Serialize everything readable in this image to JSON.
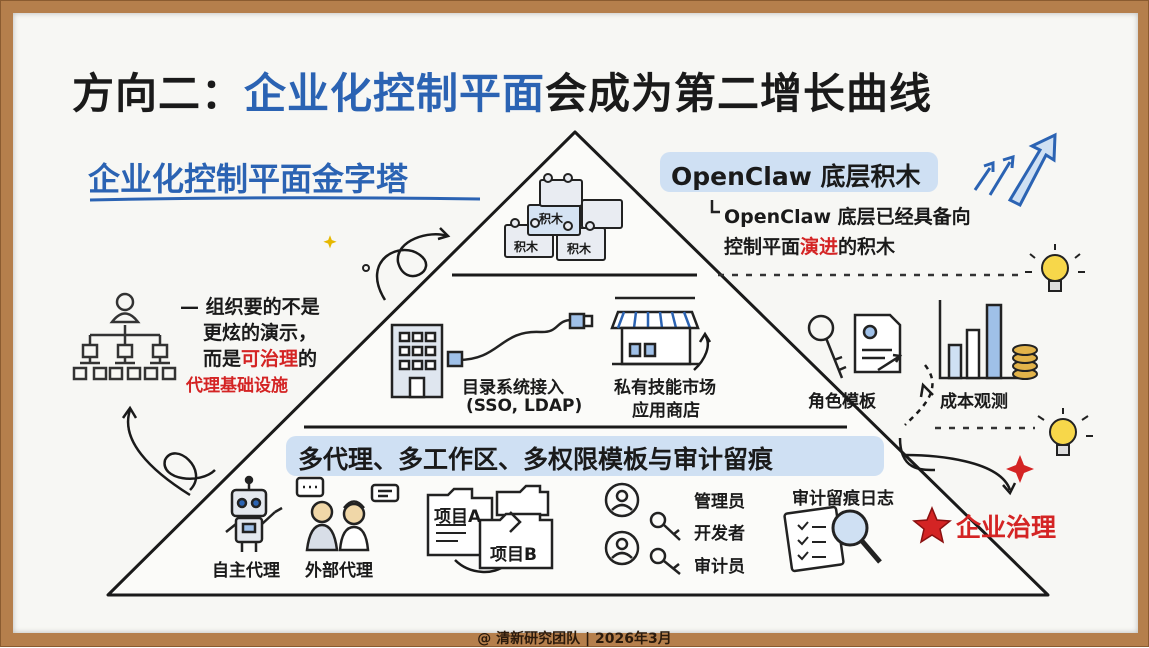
{
  "title": {
    "prefix": "方向二：",
    "highlight": "企业化控制平面",
    "suffix": "会成为第二增长曲线"
  },
  "subtitle": "企业化控制平面金字塔",
  "top_tier": {
    "badge": "OpenClaw 底层积木",
    "note_line1": "OpenClaw 底层已经具备向",
    "note_line2_a": "控制平面",
    "note_line2_b": "演进",
    "note_line2_c": "的积木",
    "block_labels": [
      "积木",
      "积木",
      "积木"
    ]
  },
  "left_note": {
    "line1": "— 组织要的不是",
    "line2": "更炫的演示，",
    "line3_a": "而是",
    "line3_b": "可治理",
    "line3_c": "的",
    "line4": "代理基础设施"
  },
  "middle_tier": {
    "directory_line1": "目录系统接入",
    "directory_line2": "(SSO, LDAP)",
    "market_line1": "私有技能市场",
    "market_line2": "应用商店",
    "role_templates": "角色模板",
    "cost_observe": "成本观测"
  },
  "bottom_tier": {
    "banner": "多代理、多工作区、多权限模板与审计留痕",
    "autonomous_agent": "自主代理",
    "external_agent": "外部代理",
    "project_a": "项目A",
    "project_b": "项目B",
    "roles": [
      "管理员",
      "开发者",
      "审计员"
    ],
    "audit_log": "审计留痕日志"
  },
  "enterprise_governance": "企业治理",
  "footer": "@ 清新研究团队 | 2026年3月",
  "colors": {
    "accent_blue": "#2b63b3",
    "highlight_red": "#d42424",
    "pill_blue": "#cfe0f3",
    "frame_wood": "#b57f4c"
  },
  "icons": [
    "org-chart-icon",
    "building-icon",
    "usb-cable-icon",
    "market-stall-icon",
    "key-icon",
    "id-card-icon",
    "bar-chart-icon",
    "coins-icon",
    "lightbulb-icon",
    "robot-icon",
    "people-icon",
    "folder-icon",
    "user-key-icon",
    "notebook-icon",
    "magnifier-icon",
    "star-icon",
    "arrow-up-icon",
    "sparkle-icon"
  ]
}
